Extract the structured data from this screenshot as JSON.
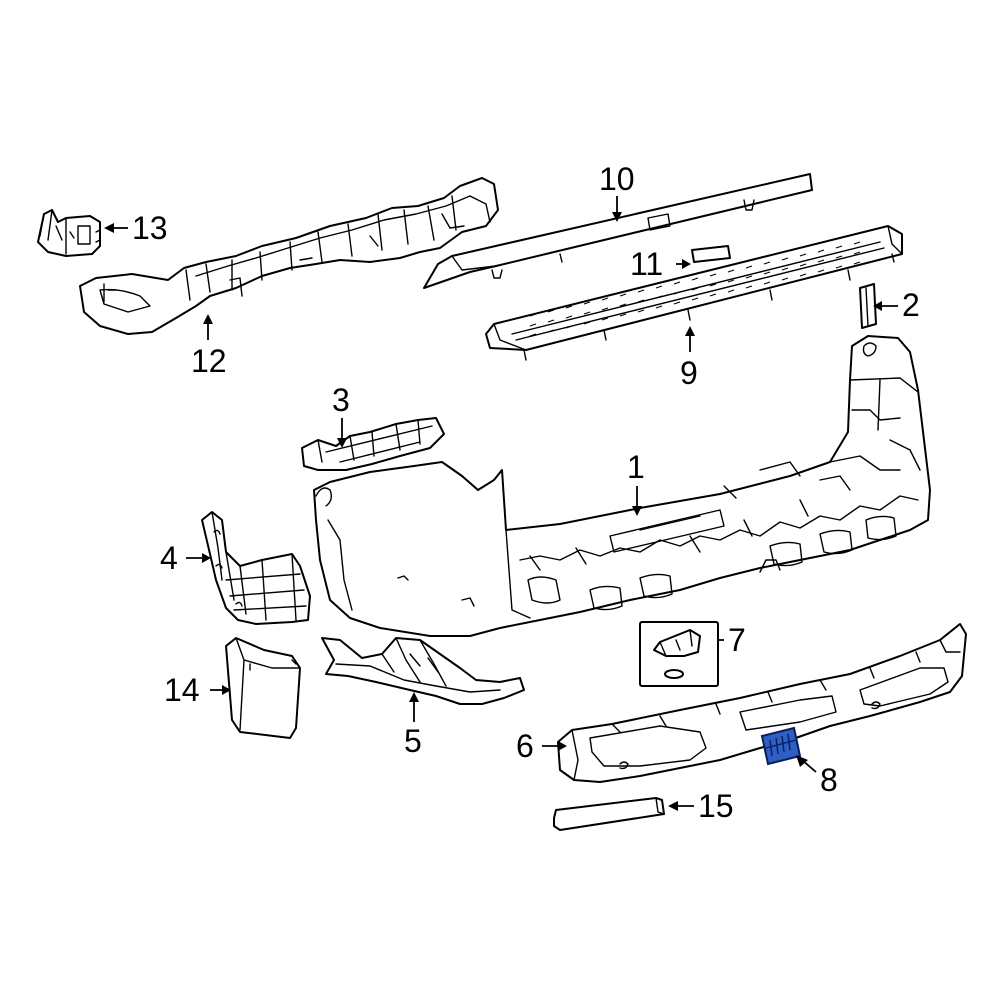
{
  "callouts": [
    {
      "id": "1",
      "label": "1"
    },
    {
      "id": "2",
      "label": "2"
    },
    {
      "id": "3",
      "label": "3"
    },
    {
      "id": "4",
      "label": "4"
    },
    {
      "id": "5",
      "label": "5"
    },
    {
      "id": "6",
      "label": "6"
    },
    {
      "id": "7",
      "label": "7"
    },
    {
      "id": "8",
      "label": "8"
    },
    {
      "id": "9",
      "label": "9"
    },
    {
      "id": "10",
      "label": "10"
    },
    {
      "id": "11",
      "label": "11"
    },
    {
      "id": "12",
      "label": "12"
    },
    {
      "id": "13",
      "label": "13"
    },
    {
      "id": "14",
      "label": "14"
    },
    {
      "id": "15",
      "label": "15"
    }
  ],
  "highlighted_part": "8",
  "colors": {
    "highlight_fill": "#2f5fc4",
    "highlight_stroke": "#0a1e5c",
    "line": "#000000",
    "background": "#ffffff"
  }
}
